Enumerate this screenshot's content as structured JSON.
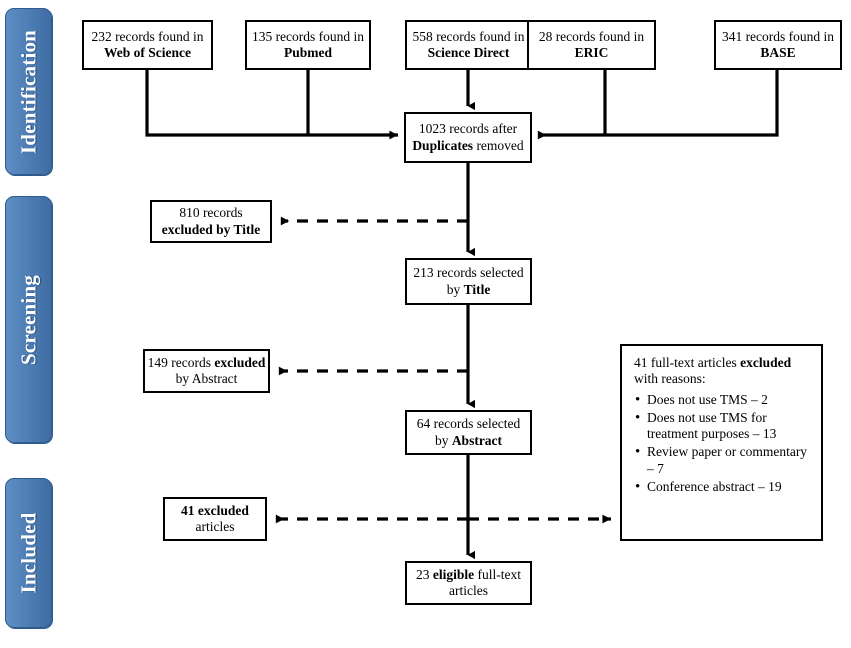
{
  "figure": {
    "type": "prisma-flow-diagram",
    "accent_color": "#4F7FB5",
    "accent_border_color": "#2F5B8E",
    "line_color": "#000000",
    "background": "#ffffff"
  },
  "stages": [
    {
      "id": "identification",
      "label": "Identification"
    },
    {
      "id": "screening",
      "label": "Screening"
    },
    {
      "id": "included",
      "label": "Included"
    }
  ],
  "sources": [
    {
      "id": "web-of-science",
      "line1": "232 records found in",
      "line2": "Web of Science",
      "count": 232,
      "database": "Web of Science"
    },
    {
      "id": "pubmed",
      "line1": "135 records found in",
      "line2": "Pubmed",
      "count": 135,
      "database": "Pubmed"
    },
    {
      "id": "science-direct",
      "line1": "558 records found in",
      "line2": "Science Direct",
      "count": 558,
      "database": "Science Direct"
    },
    {
      "id": "eric",
      "line1": "28 records found in",
      "line2": "ERIC",
      "count": 28,
      "database": "ERIC"
    },
    {
      "id": "base",
      "line1": "341 records found in",
      "line2": "BASE",
      "count": 341,
      "database": "BASE"
    }
  ],
  "flow": {
    "duplicates_removed": {
      "line1": "1023 records after",
      "line2_bold": "Duplicates",
      "line2_rest": "removed",
      "count": 1023
    },
    "excluded_by_title": {
      "line1": "810 records",
      "line2": "excluded by Title",
      "count": 810
    },
    "selected_by_title": {
      "line1": "213 records selected",
      "line2_rest": "by ",
      "line2_bold": "Title",
      "count": 213
    },
    "excluded_by_abstract": {
      "line1_rest": "149 records ",
      "line1_bold": "excluded",
      "line2": "by Abstract",
      "count": 149
    },
    "selected_by_abstract": {
      "line1": "64 records selected",
      "line2_rest": "by ",
      "line2_bold": "Abstract",
      "count": 64
    },
    "excluded_articles": {
      "line1_bold": "41 excluded",
      "line2": "articles",
      "count": 41
    },
    "eligible_full_text": {
      "line1_rest": "23 ",
      "line1_bold": "eligible",
      "line1_tail": " full-text",
      "line2": "articles",
      "count": 23
    }
  },
  "exclusion_reasons_box": {
    "heading_rest": "41 full-text articles ",
    "heading_bold": "excluded",
    "subheading": "with reasons:",
    "total": 41,
    "reasons": [
      {
        "text": "Does not use TMS – 2",
        "count": 2
      },
      {
        "text": "Does not use TMS for treatment purposes – 13",
        "count": 13
      },
      {
        "text": "Review paper or commentary – 7",
        "count": 7
      },
      {
        "text": "Conference abstract – 19",
        "count": 19
      }
    ]
  }
}
